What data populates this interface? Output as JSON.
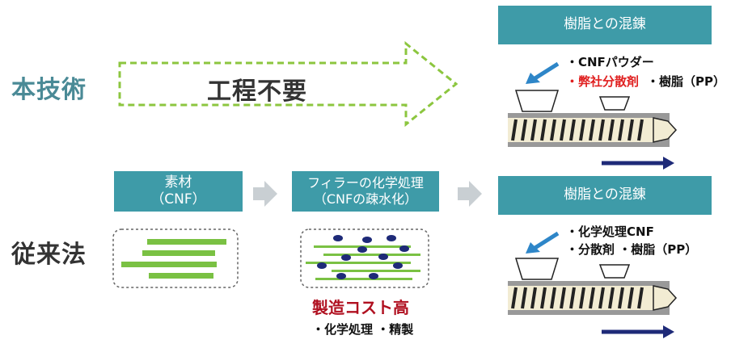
{
  "rows": {
    "proposed_label": "本技術",
    "conventional_label": "従来法"
  },
  "skip_arrow": {
    "label": "工程不要"
  },
  "steps": {
    "material": {
      "line1": "素材",
      "line2": "（CNF）"
    },
    "chemical": {
      "line1": "フィラーの化学処理",
      "line2": "（CNFの疎水化）"
    }
  },
  "mixing_top": {
    "title": "樹脂との混錬",
    "item1": "・CNFパウダー",
    "item2_highlight": "・弊社分散剤",
    "item2_rest": "・樹脂（PP）"
  },
  "mixing_bottom": {
    "title": "樹脂との混錬",
    "item1": "・化学処理CNF",
    "item2": "・分散剤 ・樹脂（PP）"
  },
  "cost": {
    "headline": "製造コスト高",
    "detail": "・化学処理 ・精製"
  },
  "colors": {
    "teal": "#3e9ba8",
    "label_teal": "#4a8a96",
    "green": "#7ac143",
    "dash_green": "#8cc63f",
    "navy": "#1e2a78",
    "accent_blue": "#2e86c8",
    "cost_red": "#b01020",
    "highlight_red": "#e02020",
    "gray_arrow": "#c9cfd3"
  }
}
